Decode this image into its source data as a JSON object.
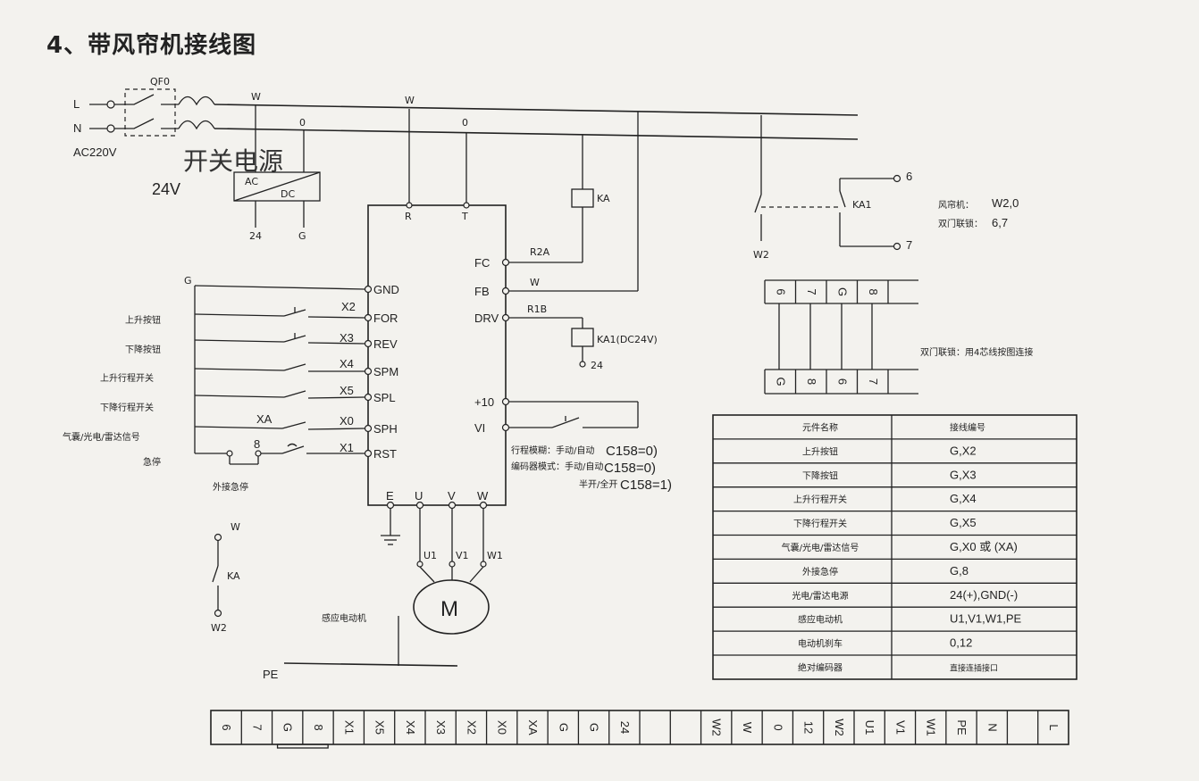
{
  "title": "4、带风帘机接线图",
  "power": {
    "line_l": "L",
    "line_n": "N",
    "ac_label": "AC220V",
    "breaker": "QF0",
    "wire_w": "W",
    "wire_0": "0",
    "psu_title": "开关电源",
    "psu_volt": "24V",
    "psu_ac": "AC",
    "psu_dc": "DC",
    "psu_out_24": "24",
    "psu_out_g": "G"
  },
  "controller": {
    "top_w": "W",
    "top_0": "0",
    "r": "R",
    "t": "T",
    "left": [
      "GND",
      "FOR",
      "REV",
      "SPM",
      "SPL",
      "SPH",
      "RST"
    ],
    "right": [
      "FC",
      "FB",
      "DRV",
      "+10",
      "VI"
    ],
    "bottom": [
      "E",
      "U",
      "V",
      "W"
    ],
    "g_label": "G",
    "x_labels": [
      "X2",
      "X3",
      "X4",
      "X5",
      "X0",
      "X1"
    ],
    "xa": "XA",
    "eight": "8",
    "r2a": "R2A",
    "fb_w": "W",
    "r1b": "R1B",
    "ka": "KA",
    "ka1_coil": "KA1(DC24V)",
    "coil_24": "24",
    "motor_u1": "U1",
    "motor_v1": "V1",
    "motor_w1": "W1",
    "motor": "M",
    "pe": "PE"
  },
  "left_labels": [
    "上升按钮",
    "下降按钮",
    "上升行程开关",
    "下降行程开关",
    "气囊/光电/雷达信号",
    "急停"
  ],
  "ext_stop": "外接急停",
  "motor_label": "感应电动机",
  "mode_notes": [
    "行程模糊：手动/自动",
    "编码器模式：手动/自动",
    "半开/全开"
  ],
  "mode_codes": [
    "C158=0)",
    "C158=0)",
    "C158=1)"
  ],
  "ka_switch": {
    "w": "W",
    "ka": "KA",
    "w2": "W2"
  },
  "curtain": {
    "w2": "W2",
    "ka1": "KA1",
    "six": "6",
    "seven": "7",
    "label1": "风帘机：",
    "value1": "W2,0",
    "label2": "双门联锁：",
    "value2": "6,7",
    "strip_top": [
      "6",
      "7",
      "G",
      "8"
    ],
    "strip_bottom": [
      "G",
      "8",
      "6",
      "7"
    ],
    "interlock_note": "双门联锁：用4芯线按图连接"
  },
  "table": {
    "headers": [
      "元件名称",
      "接线编号"
    ],
    "rows": [
      [
        "上升按钮",
        "G,X2"
      ],
      [
        "下降按钮",
        "G,X3"
      ],
      [
        "上升行程开关",
        "G,X4"
      ],
      [
        "下降行程开关",
        "G,X5"
      ],
      [
        "气囊/光电/雷达信号",
        "G,X0 或 (XA)"
      ],
      [
        "外接急停",
        "G,8"
      ],
      [
        "光电/雷达电源",
        "24(+),GND(-)"
      ],
      [
        "感应电动机",
        "U1,V1,W1,PE"
      ],
      [
        "电动机刹车",
        "0,12"
      ],
      [
        "绝对编码器",
        "直接连插接口"
      ]
    ]
  },
  "terminal_strip": [
    "6",
    "7",
    "G",
    "8",
    "X1",
    "X5",
    "X4",
    "X3",
    "X2",
    "X0",
    "XA",
    "G",
    "G",
    "24",
    "",
    "",
    "W2",
    "W",
    "0",
    "12",
    "W2",
    "U1",
    "V1",
    "W1",
    "PE",
    "N",
    "",
    "L"
  ]
}
